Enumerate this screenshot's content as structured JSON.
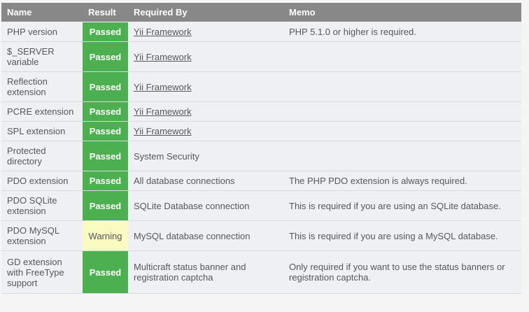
{
  "colors": {
    "header_bg": "#888888",
    "row_bg": "#eff0f3",
    "passed_bg": "#4db050",
    "warning_bg": "#fafbc1",
    "text": "#54575c"
  },
  "table": {
    "columns": {
      "name": "Name",
      "result": "Result",
      "required_by": "Required By",
      "memo": "Memo"
    },
    "rows": [
      {
        "name": "PHP version",
        "result": "Passed",
        "status": "passed",
        "required_by": "Yii Framework",
        "required_by_is_link": true,
        "memo": "PHP 5.1.0 or higher is required."
      },
      {
        "name": "$_SERVER variable",
        "result": "Passed",
        "status": "passed",
        "required_by": "Yii Framework",
        "required_by_is_link": true,
        "memo": ""
      },
      {
        "name": "Reflection extension",
        "result": "Passed",
        "status": "passed",
        "required_by": "Yii Framework",
        "required_by_is_link": true,
        "memo": ""
      },
      {
        "name": "PCRE extension",
        "result": "Passed",
        "status": "passed",
        "required_by": "Yii Framework",
        "required_by_is_link": true,
        "memo": ""
      },
      {
        "name": "SPL extension",
        "result": "Passed",
        "status": "passed",
        "required_by": "Yii Framework",
        "required_by_is_link": true,
        "memo": ""
      },
      {
        "name": "Protected directory",
        "result": "Passed",
        "status": "passed",
        "required_by": "System Security",
        "required_by_is_link": false,
        "memo": ""
      },
      {
        "name": "PDO extension",
        "result": "Passed",
        "status": "passed",
        "required_by": "All database connections",
        "required_by_is_link": false,
        "memo": "The PHP PDO extension is always required."
      },
      {
        "name": "PDO SQLite extension",
        "result": "Passed",
        "status": "passed",
        "required_by": "SQLite Database connection",
        "required_by_is_link": false,
        "memo": "This is required if you are using an SQLite database."
      },
      {
        "name": "PDO MySQL extension",
        "result": "Warning",
        "status": "warning",
        "required_by": "MySQL database connection",
        "required_by_is_link": false,
        "memo": "This is required if you are using a MySQL database."
      },
      {
        "name": "GD extension with FreeType support",
        "result": "Passed",
        "status": "passed",
        "required_by": "Multicraft status banner and registration captcha",
        "required_by_is_link": false,
        "memo": "Only required if you want to use the status banners or registration captcha."
      }
    ]
  }
}
